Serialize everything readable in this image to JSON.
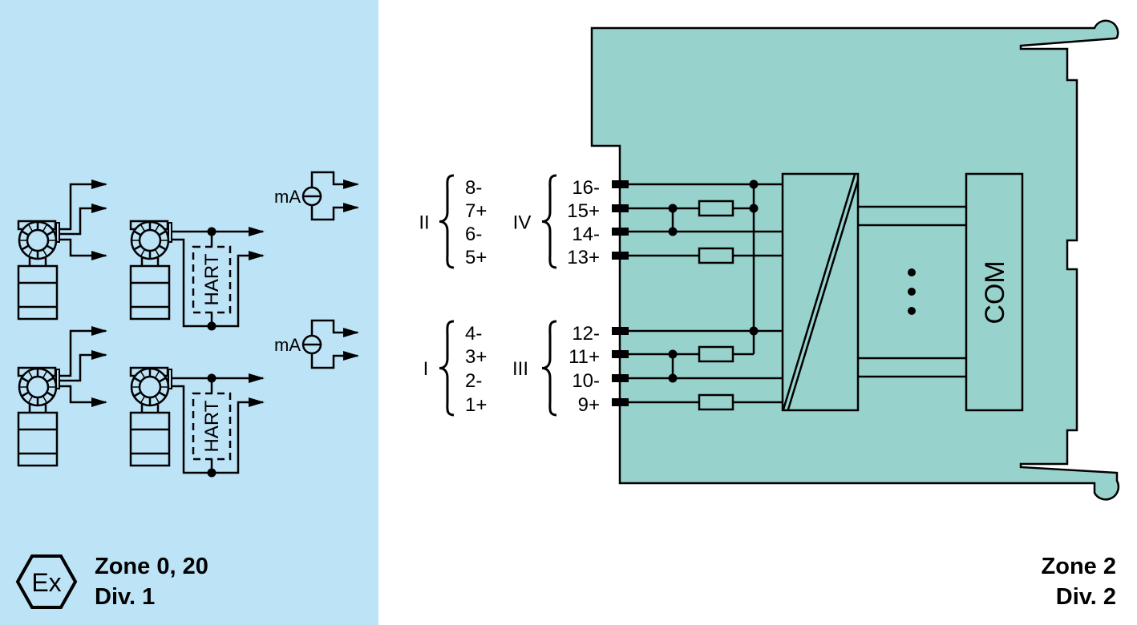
{
  "colors": {
    "hazardous_area": "#bde3f7",
    "safe_area": "#ffffff",
    "module_housing": "#98d2cc",
    "lines": "#000000"
  },
  "hazardous_area": {
    "zone_label": "Zone 0, 20",
    "div_label": "Div. 1",
    "ex_symbol_text": "Ex",
    "field_devices": [
      {
        "type": "transmitter-3-wire",
        "outputs": 3
      },
      {
        "type": "transmitter-hart",
        "module_label": "HART"
      },
      {
        "type": "current-source",
        "label": "mA"
      },
      {
        "type": "transmitter-3-wire",
        "outputs": 3
      },
      {
        "type": "transmitter-hart",
        "module_label": "HART"
      },
      {
        "type": "current-source",
        "label": "mA"
      }
    ]
  },
  "safe_area": {
    "zone_label": "Zone 2",
    "div_label": "Div. 2"
  },
  "channels": [
    {
      "id": "II",
      "terminals": [
        "8-",
        "7+",
        "6-",
        "5+"
      ]
    },
    {
      "id": "I",
      "terminals": [
        "4-",
        "3+",
        "2-",
        "1+"
      ]
    },
    {
      "id": "IV",
      "terminals": [
        "16-",
        "15+",
        "14-",
        "13+"
      ]
    },
    {
      "id": "III",
      "terminals": [
        "12-",
        "11+",
        "10-",
        "9+"
      ]
    }
  ],
  "module": {
    "isolation_block": "galvanic-isolation",
    "com_label": "COM",
    "ellipsis": "⋮"
  }
}
